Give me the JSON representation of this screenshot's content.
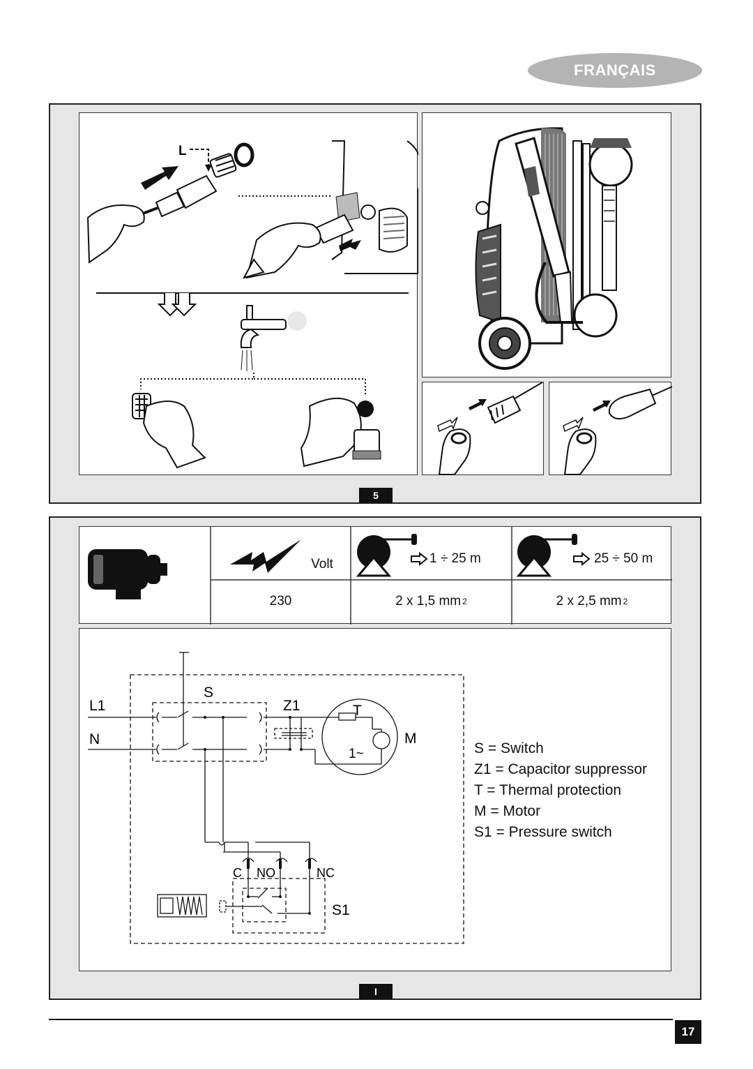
{
  "header": {
    "language": "FRANÇAIS"
  },
  "figure_top": {
    "tag": "5",
    "label_l": "L"
  },
  "figure_bottom": {
    "tag": "I",
    "table": {
      "voltage_unit": "Volt",
      "cable_short": "1 ÷ 25 m",
      "cable_long": "25 ÷ 50 m",
      "voltage_value": "230",
      "section_short": "2 x 1,5 mm",
      "section_long": "2 x 2,5 mm",
      "exp": "2"
    },
    "diagram": {
      "labels": {
        "L1": "L1",
        "N": "N",
        "S": "S",
        "Z1": "Z1",
        "T": "T",
        "M": "M",
        "phase": "1~",
        "C": "C",
        "NO": "NO",
        "NC": "NC",
        "S1": "S1"
      },
      "legend": [
        "S = Switch",
        "Z1 = Capacitor suppressor",
        "T = Thermal protection",
        "M = Motor",
        "S1 = Pressure switch"
      ]
    }
  },
  "footer": {
    "page_number": "17"
  }
}
